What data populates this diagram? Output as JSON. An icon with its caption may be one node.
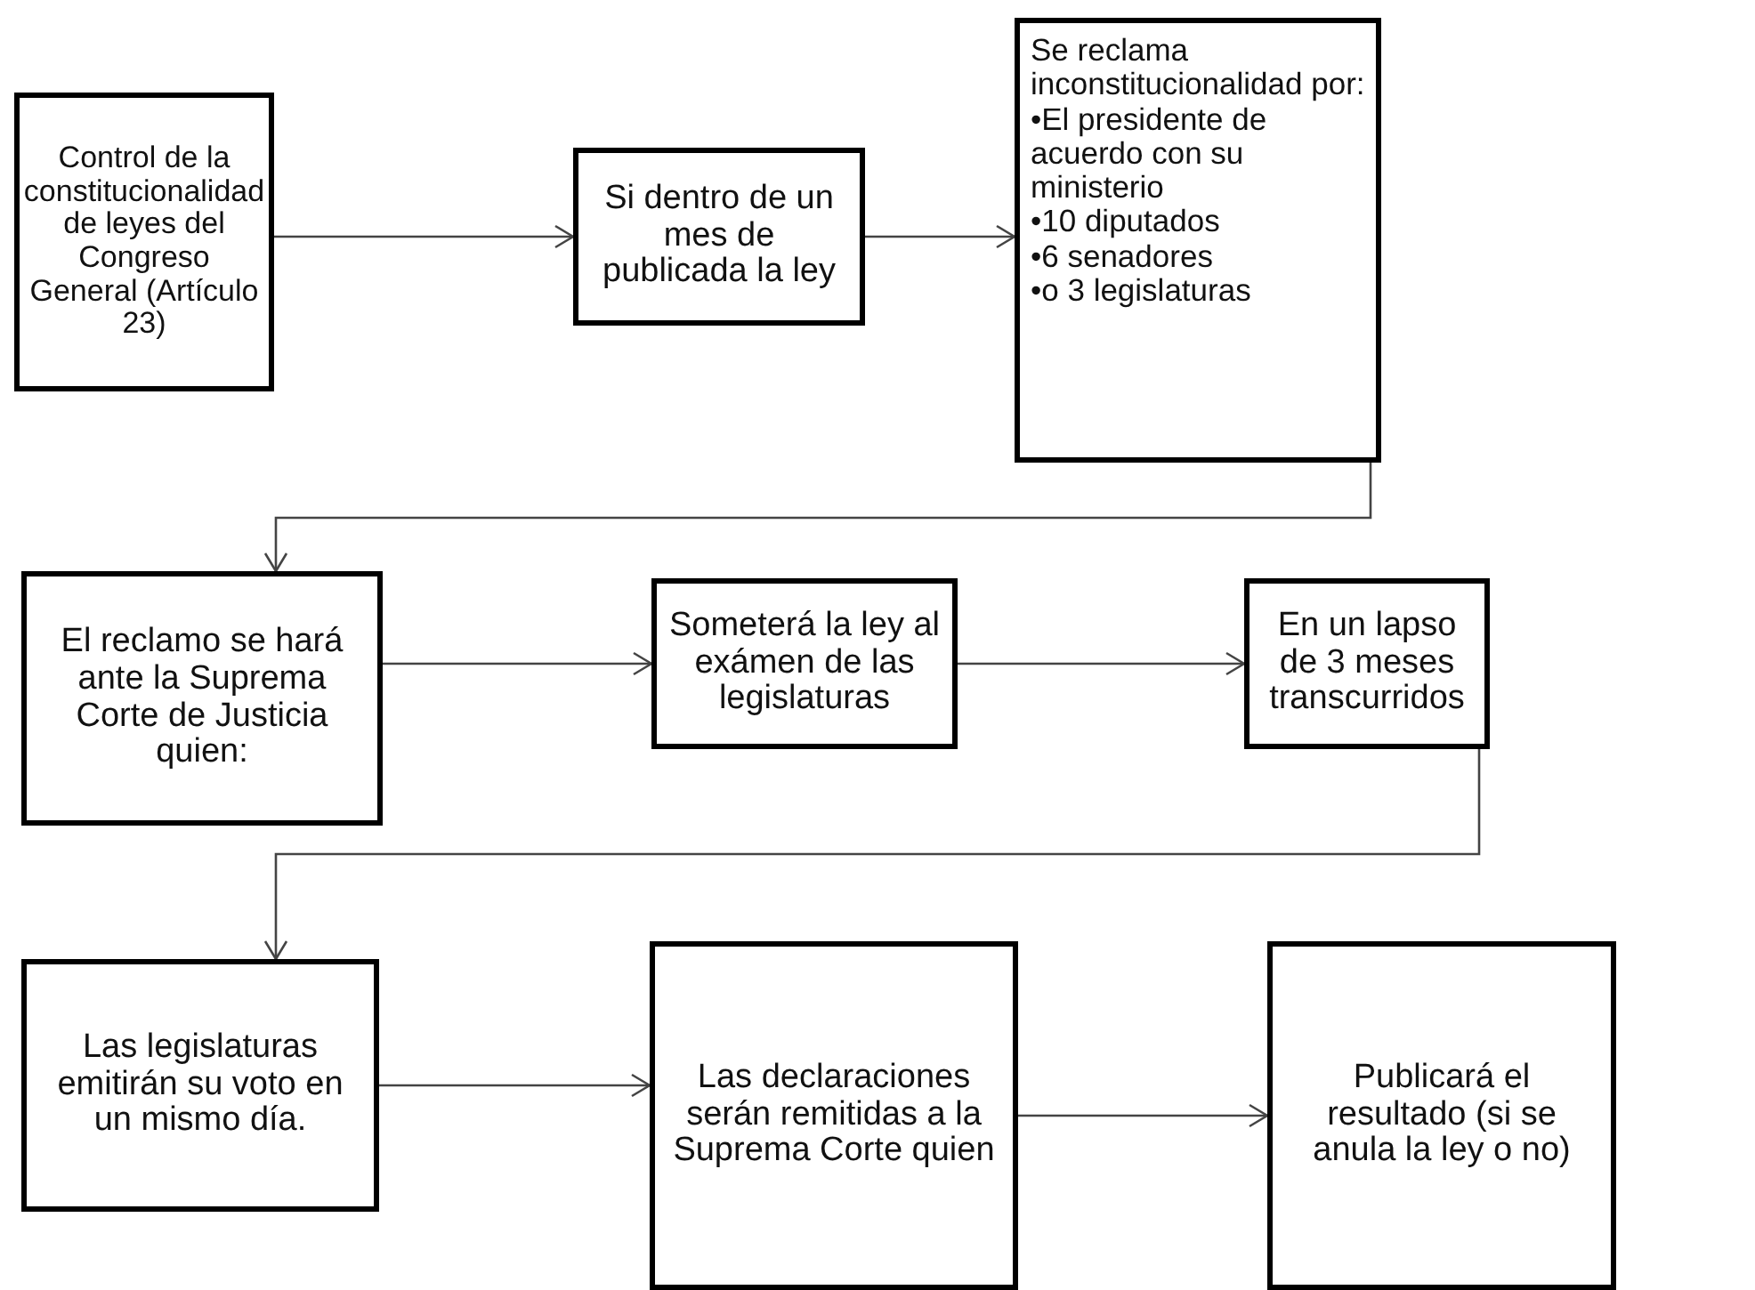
{
  "diagram": {
    "nodes": [
      {
        "text": [
          "Control de la constitucionalidad de leyes del Congreso General (Artículo 23)"
        ]
      },
      {
        "text": [
          "Si dentro de un mes de publicada la ley"
        ]
      },
      {
        "text": [
          "Se reclama inconstitucionalidad por:",
          "•El presidente de acuerdo con su ministerio",
          "•10 diputados",
          "•6 senadores",
          "•o 3 legislaturas"
        ]
      },
      {
        "text": [
          "El reclamo se hará ante la Suprema Corte de Justicia quien:"
        ]
      },
      {
        "text": [
          "Someterá la ley al exámen de las legislaturas"
        ]
      },
      {
        "text": [
          "En un lapso de 3 meses transcurridos"
        ]
      },
      {
        "text": [
          "Las legislaturas emitirán su voto en un mismo día."
        ]
      },
      {
        "text": [
          "Las declaraciones serán remitidas a la Suprema Corte quien"
        ]
      },
      {
        "text": [
          "Publicará el resultado (si se anula la ley o no)"
        ]
      }
    ],
    "edges": [
      {
        "from": 0,
        "to": 1,
        "arrow": "to"
      },
      {
        "from": 1,
        "to": 2,
        "arrow": "to"
      },
      {
        "from": 2,
        "to": 3,
        "arrow": "to"
      },
      {
        "from": 3,
        "to": 4,
        "arrow": "to"
      },
      {
        "from": 4,
        "to": 5,
        "arrow": "to"
      },
      {
        "from": 5,
        "to": 6,
        "arrow": "to"
      },
      {
        "from": 6,
        "to": 7,
        "arrow": "to"
      },
      {
        "from": 7,
        "to": 8,
        "arrow": "to"
      }
    ]
  }
}
